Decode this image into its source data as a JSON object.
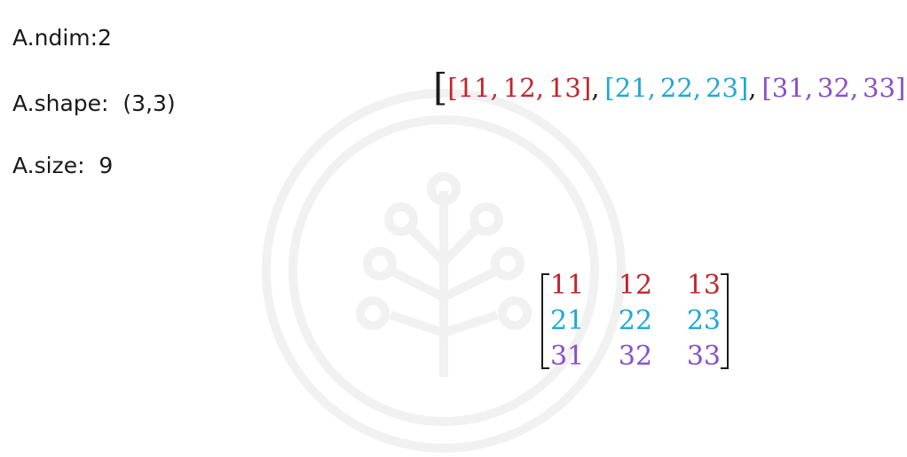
{
  "properties": {
    "ndim": "A.ndim:2",
    "shape": "A.shape:  (3,3)",
    "size": "A.size:  9"
  },
  "colors": {
    "row1": "#c0272d",
    "row2": "#1fa8d8",
    "row3": "#8a4fc9",
    "text": "#1a1a1a",
    "watermark": "#f1f1f1"
  },
  "flat_array": {
    "open_outer": "[",
    "close_outer": "]",
    "open_inner": "[",
    "close_inner": "]",
    "separator": ",",
    "rows": [
      [
        "11",
        "12",
        "13"
      ],
      [
        "21",
        "22",
        "23"
      ],
      [
        "31",
        "32",
        "33"
      ]
    ]
  },
  "matrix": {
    "rows": [
      [
        "11",
        "12",
        "13"
      ],
      [
        "21",
        "22",
        "23"
      ],
      [
        "31",
        "32",
        "33"
      ]
    ]
  },
  "watermark_icon": "tree-logo-icon"
}
